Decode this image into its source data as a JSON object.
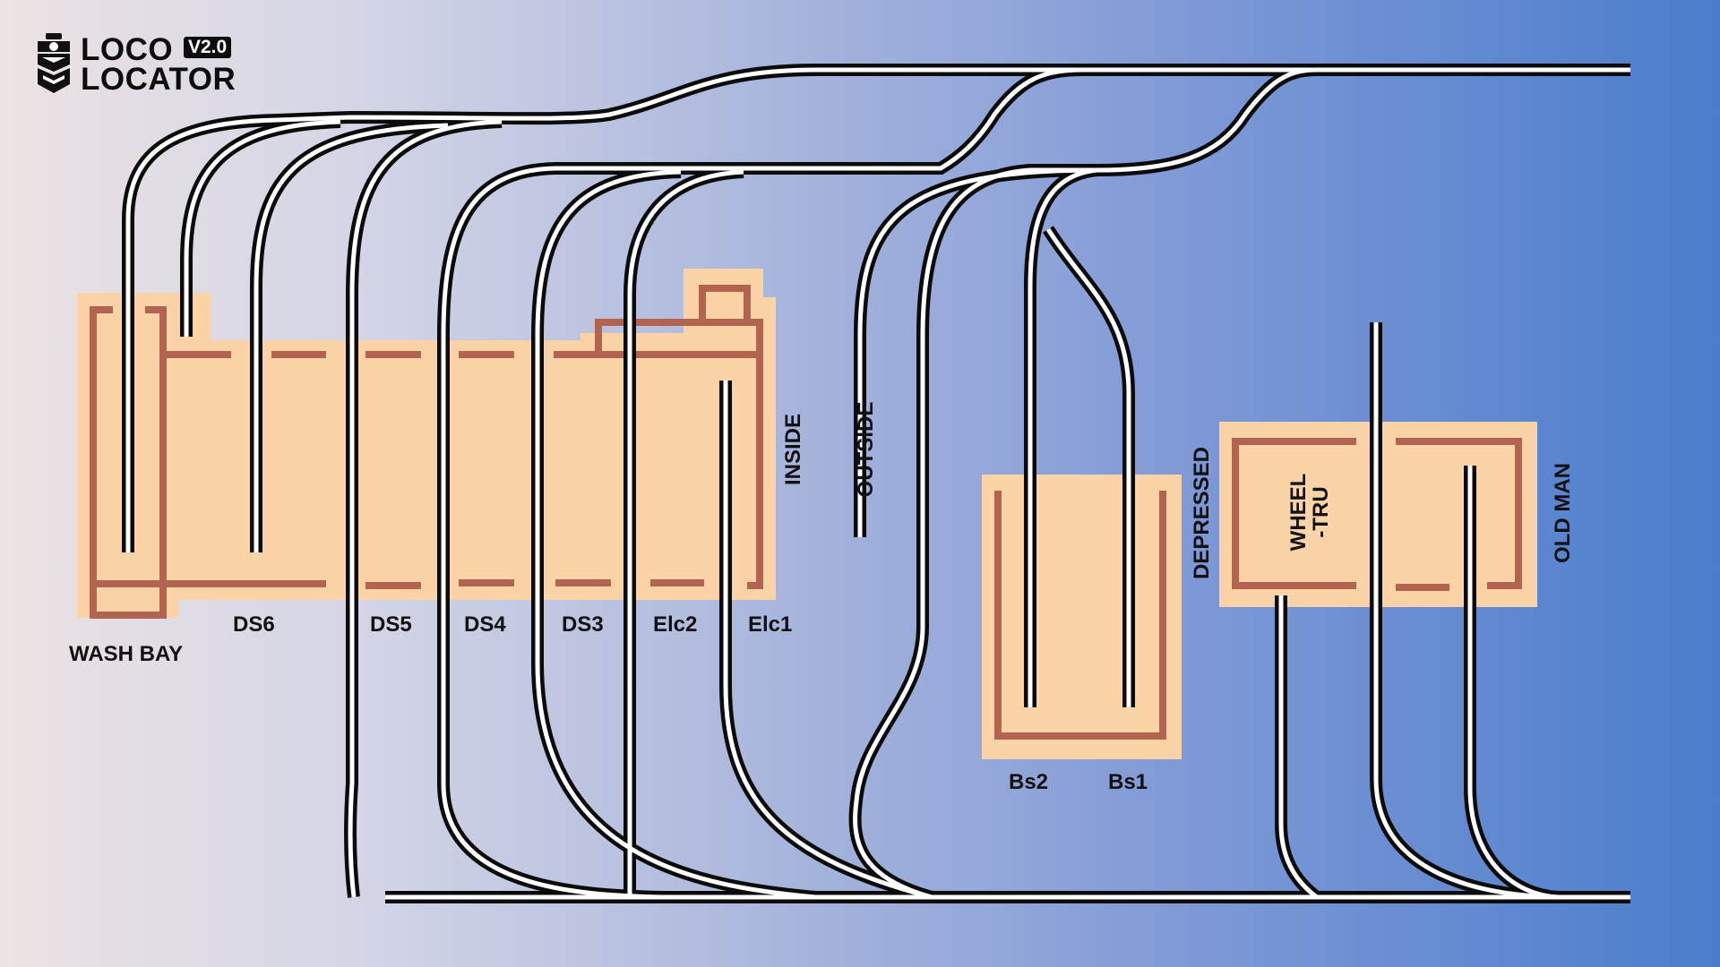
{
  "app": {
    "title_line1": "LOCO",
    "title_line2": "LOCATOR",
    "version": "V2.0",
    "logo_icon": "locomotive-shield-icon"
  },
  "bays": {
    "wash_bay": "WASH BAY",
    "ds6": "DS6",
    "ds5": "DS5",
    "ds4": "DS4",
    "ds3": "DS3",
    "elc2": "Elc2",
    "elc1": "Elc1",
    "bs2": "Bs2",
    "bs1": "Bs1"
  },
  "tracks": {
    "inside": "INSIDE",
    "outside": "OUTSIDE",
    "depressed": "DEPRESSED",
    "wheel_tru_line1": "WHEEL",
    "wheel_tru_line2": "-TRU",
    "old_man": "OLD MAN"
  },
  "colors": {
    "building_fill": "#fcd3a6",
    "building_wall": "#b26450",
    "track_rail": "#0b0b0b",
    "track_bed": "#ffffff",
    "background_left": "#ece3e3",
    "background_right": "#4a7dcc"
  }
}
